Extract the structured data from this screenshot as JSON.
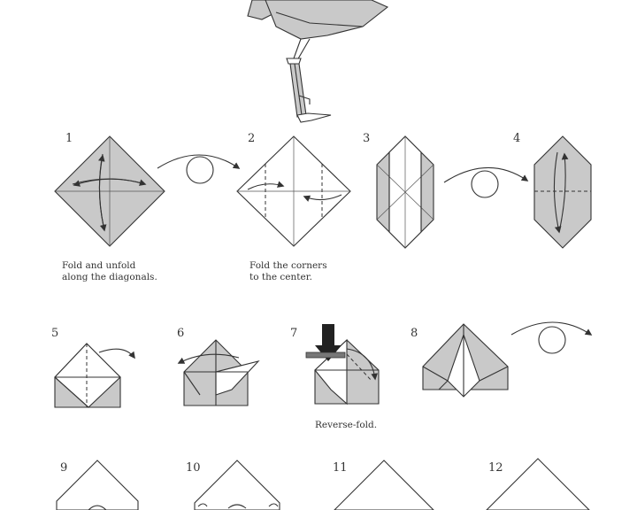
{
  "steps": [
    {
      "number": "1"
    },
    {
      "number": "2"
    },
    {
      "number": "3"
    },
    {
      "number": "4"
    },
    {
      "number": "5"
    },
    {
      "number": "6"
    },
    {
      "number": "7"
    },
    {
      "number": "8"
    },
    {
      "number": "9"
    },
    {
      "number": "10"
    },
    {
      "number": "11"
    },
    {
      "number": "12"
    }
  ],
  "captions": {
    "step1": [
      "Fold and unfold",
      "along the diagonals."
    ],
    "step2": [
      "Fold the corners",
      "to the center."
    ],
    "step7": [
      "Reverse-fold."
    ]
  },
  "colors": {
    "line": "#333333",
    "paper_colored": "#c9c9c9",
    "paper_white": "#ffffff",
    "push_arrow": "#222222"
  }
}
